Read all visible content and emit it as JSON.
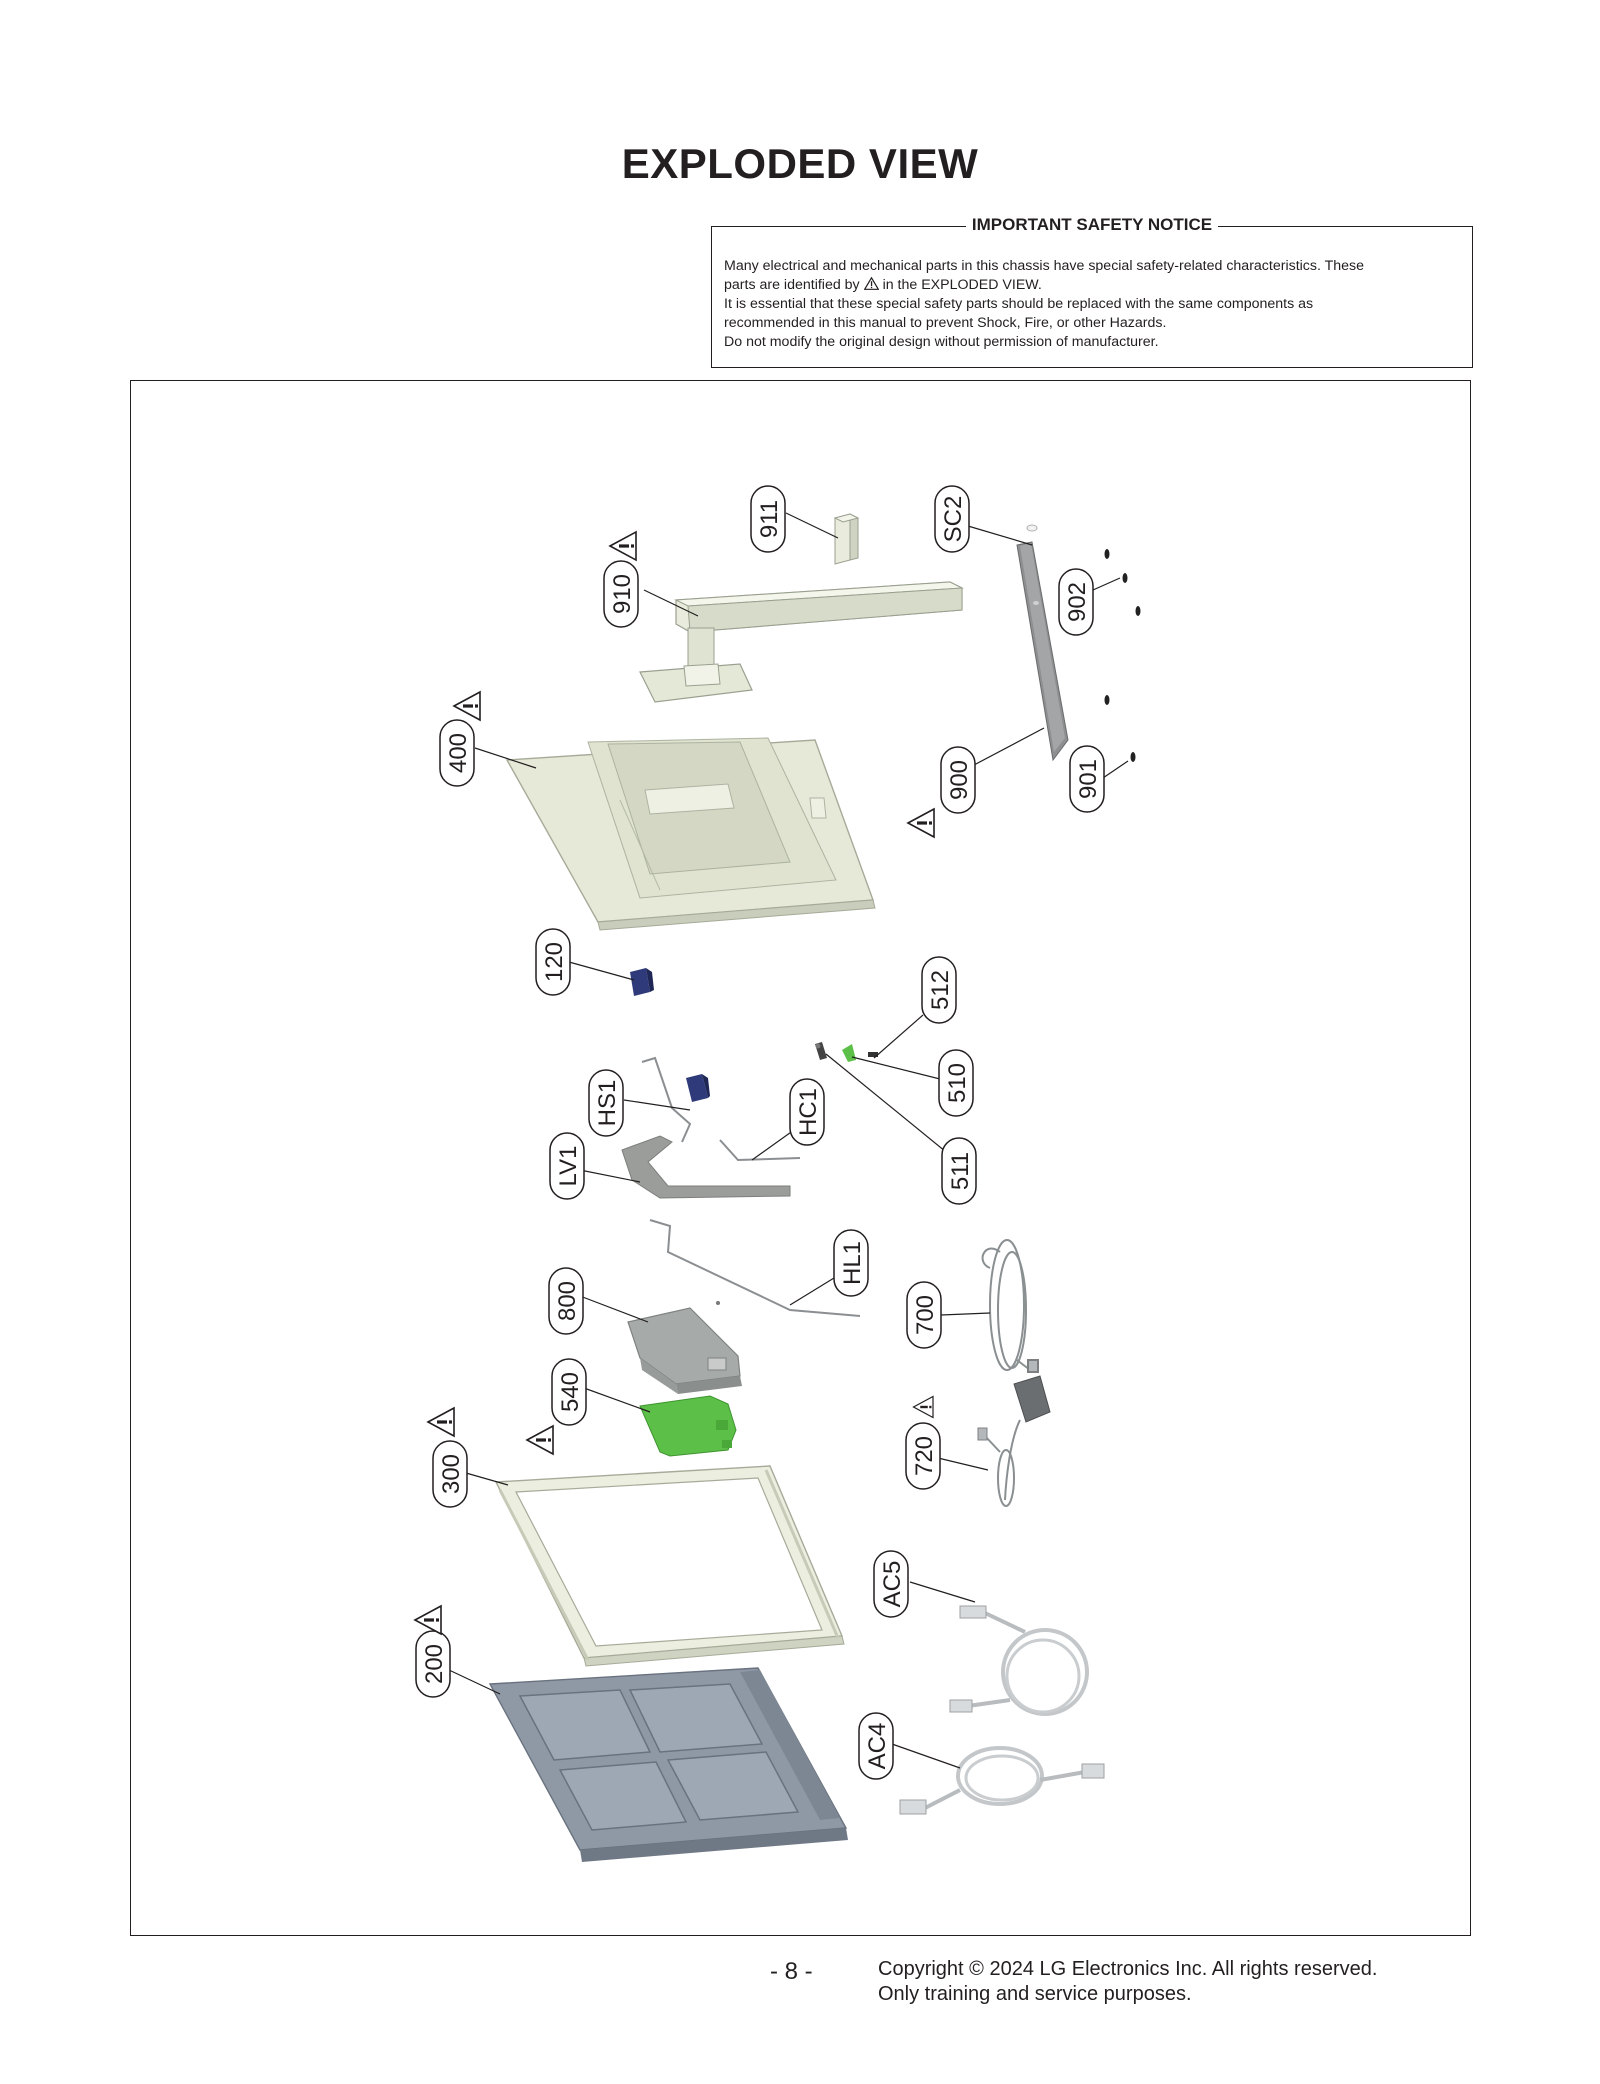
{
  "page": {
    "title": "EXPLODED VIEW"
  },
  "notice": {
    "title": "IMPORTANT SAFETY NOTICE",
    "line1": "Many electrical and mechanical parts in this chassis have special safety-related characteristics. These",
    "line2_a": "parts are identified by",
    "line2_b": "in the EXPLODED VIEW.",
    "line3": "It is essential that these special safety parts should be replaced with the same components as",
    "line4": "recommended in this manual to prevent Shock, Fire, or other Hazards.",
    "line5": "Do not modify the original design without permission of manufacturer.",
    "icon": "warning-triangle-icon"
  },
  "callouts": {
    "c911": "911",
    "cSC2": "SC2",
    "c910": "910",
    "c902": "902",
    "c400": "400",
    "c900": "900",
    "c901": "901",
    "c120": "120",
    "c512": "512",
    "c510": "510",
    "cHS1": "HS1",
    "cHC1": "HC1",
    "cLV1": "LV1",
    "c511": "511",
    "cHL1": "HL1",
    "c800": "800",
    "c700": "700",
    "c540": "540",
    "c720": "720",
    "c300": "300",
    "cAC5": "AC5",
    "c200": "200",
    "cAC4": "AC4"
  },
  "colors": {
    "ink": "#231f20",
    "cover_beige": "#e9ecdc",
    "cover_shade": "#cfd3c2",
    "panel_gray": "#8f99a6",
    "panel_dark": "#6f7986",
    "board_green": "#5cc048",
    "part_navy": "#2f3a7a",
    "shield_gray": "#a6aaa8"
  },
  "footer": {
    "page_number": "- 8 -",
    "copyright": "Copyright © 2024 LG Electronics Inc. All rights reserved.",
    "purpose": "Only training and service purposes."
  }
}
